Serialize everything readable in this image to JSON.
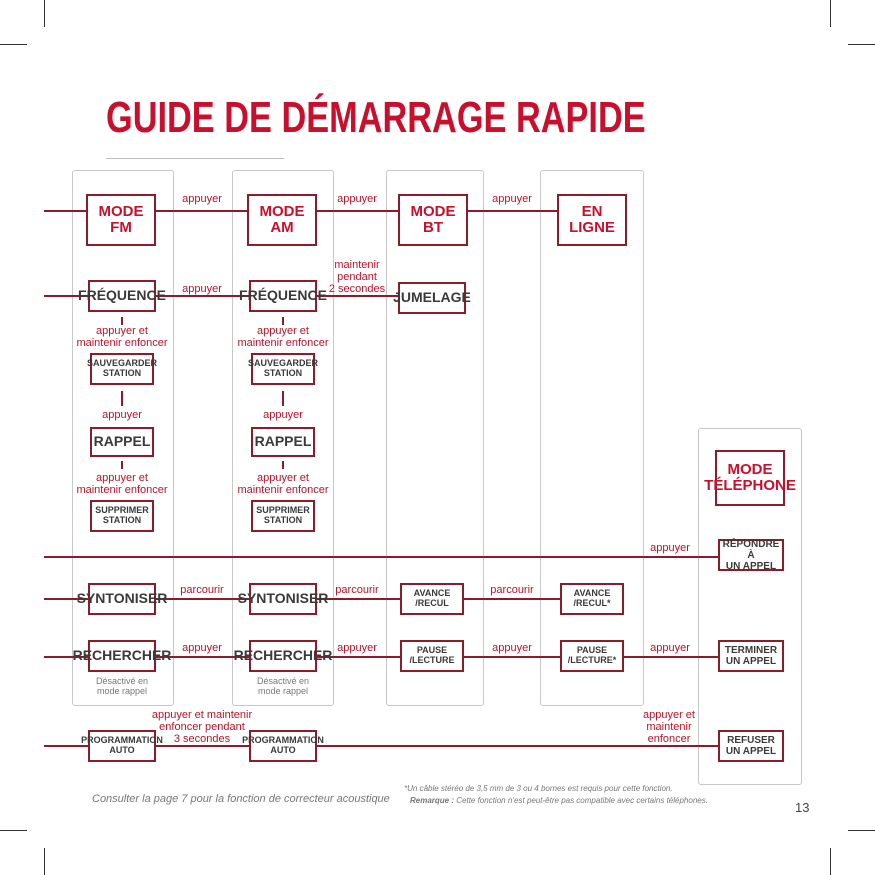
{
  "title": "GUIDE DE DÉMARRAGE RAPIDE",
  "modes": {
    "fm": "MODE\nFM",
    "am": "MODE\nAM",
    "bt": "MODE\nBT",
    "online": "EN\nLIGNE",
    "phone": "MODE\nTÉLÉPHONE"
  },
  "boxes": {
    "frequence": "FRÉQUENCE",
    "jumelage": "JUMELAGE",
    "sauvegarder": "SAUVEGARDER\nSTATION",
    "rappel": "RAPPEL",
    "supprimer": "SUPPRIMER\nSTATION",
    "syntoniser": "SYNTONISER",
    "rechercher": "RECHERCHER",
    "avance_recul": "AVANCE\n/RECUL",
    "avance_recul_star": "AVANCE\n/RECUL*",
    "pause_lecture": "PAUSE\n/LECTURE",
    "pause_lecture_star": "PAUSE\n/LECTURE*",
    "programmation": "PROGRAMMATION\nAUTO",
    "repondre": "RÉPONDRE À\nUN APPEL",
    "terminer": "TERMINER\nUN APPEL",
    "refuser": "REFUSER\nUN APPEL"
  },
  "labels": {
    "appuyer": "appuyer",
    "appuyer_maintenir": "appuyer et\nmaintenir enfoncer",
    "maintenir_2s": "maintenir\npendant\n2 secondes",
    "parcourir": "parcourir",
    "appuyer_3s": "appuyer et maintenir\nenfoncer pendant\n3 secondes",
    "appuyer_maintenir_enfoncer": "appuyer et\nmaintenir\nenfoncer"
  },
  "notes": {
    "desactive": "Désactivé en\nmode rappel"
  },
  "footer": {
    "left": "Consulter la page 7 pour la fonction de correcteur acoustique",
    "cable": "*Un câble stéréo de 3,5 mm de 3 ou 4 bornes est requis pour cette fonction.",
    "remarque_label": "Remarque :",
    "remarque_text": " Cette fonction n’est peut-être pas compatible avec certains téléphones.",
    "page": "13"
  },
  "colors": {
    "accent": "#c8102e",
    "line": "#8a1c2b",
    "panel_border": "#c8c8c8"
  }
}
